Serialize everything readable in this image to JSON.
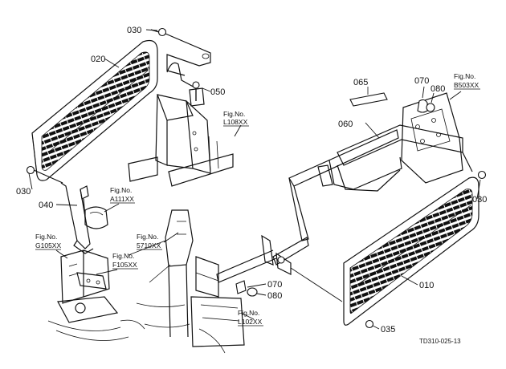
{
  "parts": {
    "p030_top": "030",
    "p020": "020",
    "p050": "050",
    "p065": "065",
    "p070_top": "070",
    "p080_top": "080",
    "p060": "060",
    "p030_left": "030",
    "p040": "040",
    "p030_right": "030",
    "p070_mid": "070",
    "p080_mid": "080",
    "p010": "010",
    "p035": "035"
  },
  "figs": {
    "l108": {
      "line1": "Fig.No.",
      "line2": "L108XX"
    },
    "b503": {
      "line1": "Fig.No.",
      "line2": "B503XX"
    },
    "a111": {
      "line1": "Fig.No.",
      "line2": "A111XX"
    },
    "g105": {
      "line1": "Fig.No.",
      "line2": "G105XX"
    },
    "f105": {
      "line1": "Fig.No.",
      "line2": "F105XX"
    },
    "s5710": {
      "line1": "Fig.No.",
      "line2": "5710XX"
    },
    "l102": {
      "line1": "Fig.No.",
      "line2": "L102XX"
    }
  },
  "drawing_ref": "TD310-025-13"
}
